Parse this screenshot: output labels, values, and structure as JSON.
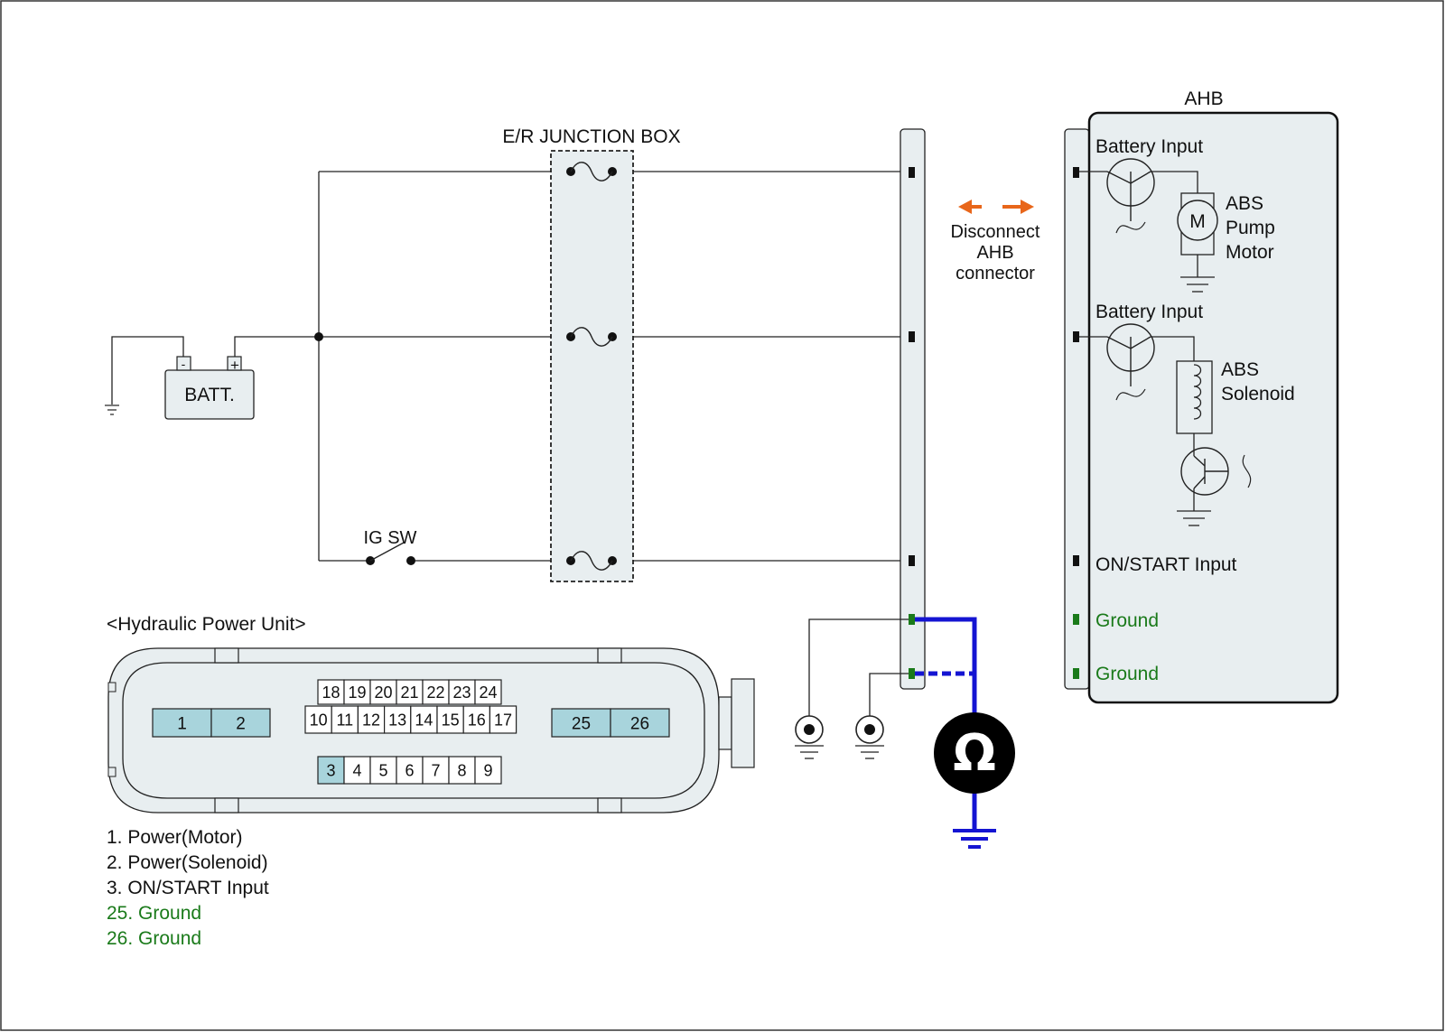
{
  "labels": {
    "junction_box": "E/R JUNCTION BOX",
    "ahb": "AHB",
    "battery": "BATT.",
    "batt_neg": "-",
    "batt_pos": "+",
    "ig_sw": "IG SW",
    "disconnect_line1": "Disconnect",
    "disconnect_line2": "AHB",
    "disconnect_line3": "connector",
    "hpu_title": "<Hydraulic Power Unit>",
    "motor_symbol": "M",
    "ohm_symbol": "Ω"
  },
  "ahb_pins": [
    {
      "label": "Battery Input",
      "color": "#111111"
    },
    {
      "label": "Battery Input",
      "color": "#111111"
    },
    {
      "label": "ON/START Input",
      "color": "#111111"
    },
    {
      "label": "Ground",
      "color": "#1a7a1a"
    },
    {
      "label": "Ground",
      "color": "#1a7a1a"
    }
  ],
  "ahb_components": {
    "pump_motor": [
      "ABS",
      "Pump",
      "Motor"
    ],
    "solenoid": [
      "ABS",
      "Solenoid"
    ]
  },
  "connector_pins": {
    "left": [
      "1",
      "2"
    ],
    "top_row": [
      "18",
      "19",
      "20",
      "21",
      "22",
      "23",
      "24"
    ],
    "mid_row": [
      "10",
      "11",
      "12",
      "13",
      "14",
      "15",
      "16",
      "17"
    ],
    "bottom_row": [
      "3",
      "4",
      "5",
      "6",
      "7",
      "8",
      "9"
    ],
    "right": [
      "25",
      "26"
    ],
    "highlighted": [
      "1",
      "2",
      "3",
      "25",
      "26"
    ]
  },
  "legend": [
    {
      "text": "1. Power(Motor)",
      "color": "#111111"
    },
    {
      "text": "2. Power(Solenoid)",
      "color": "#111111"
    },
    {
      "text": "3. ON/START Input",
      "color": "#111111"
    },
    {
      "text": "25. Ground",
      "color": "#1a7a1a"
    },
    {
      "text": "26. Ground",
      "color": "#1a7a1a"
    }
  ],
  "colors": {
    "panel_fill": "#e8eef0",
    "pin_highlight": "#a8d4dc",
    "measure_wire": "#1414d2",
    "arrow": "#e8661a",
    "ground_green": "#1a7a1a"
  }
}
